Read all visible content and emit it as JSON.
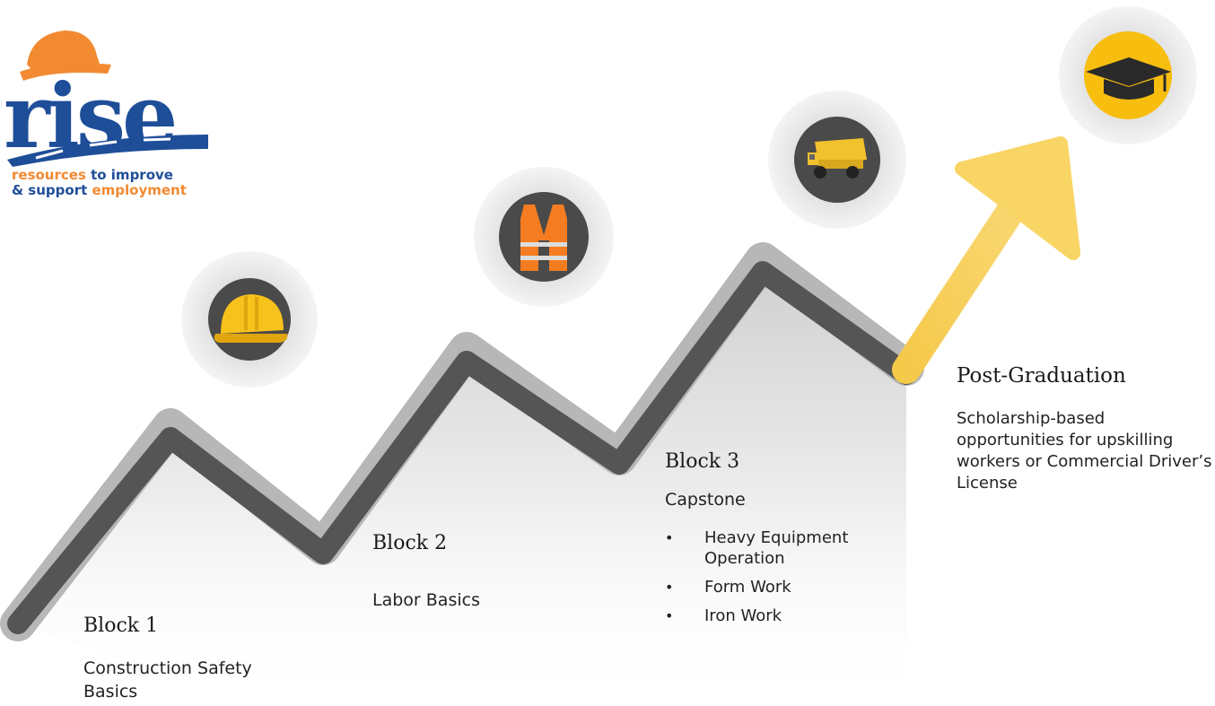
{
  "logo": {
    "word": "rise",
    "tagline_line1": {
      "part1": "resources",
      "part2": " to improve"
    },
    "tagline_line2": {
      "part1": "& support ",
      "part2": "employment"
    }
  },
  "icons": [
    "hard-hat-icon",
    "safety-vest-icon",
    "dump-truck-icon",
    "graduation-cap-icon"
  ],
  "colors": {
    "stair_dark": "#555555",
    "stair_light": "#bdbdbd",
    "arrow": "#f7d15c",
    "icon_disc": "#4a4a4a",
    "cap_disc": "#f8be0f",
    "logo_orange": "#f28a32",
    "logo_blue": "#1f4e99"
  },
  "blocks": [
    {
      "title": "Block 1",
      "description": "Construction Safety Basics"
    },
    {
      "title": "Block 2",
      "description": "Labor Basics"
    },
    {
      "title": "Block 3",
      "description": "Capstone",
      "items": [
        "Heavy Equipment Operation",
        "Form Work",
        "Iron Work"
      ]
    }
  ],
  "post_graduation": {
    "title": "Post-Graduation",
    "description": "Scholarship-based opportunities for upskilling workers or Commercial Driver’s License"
  }
}
